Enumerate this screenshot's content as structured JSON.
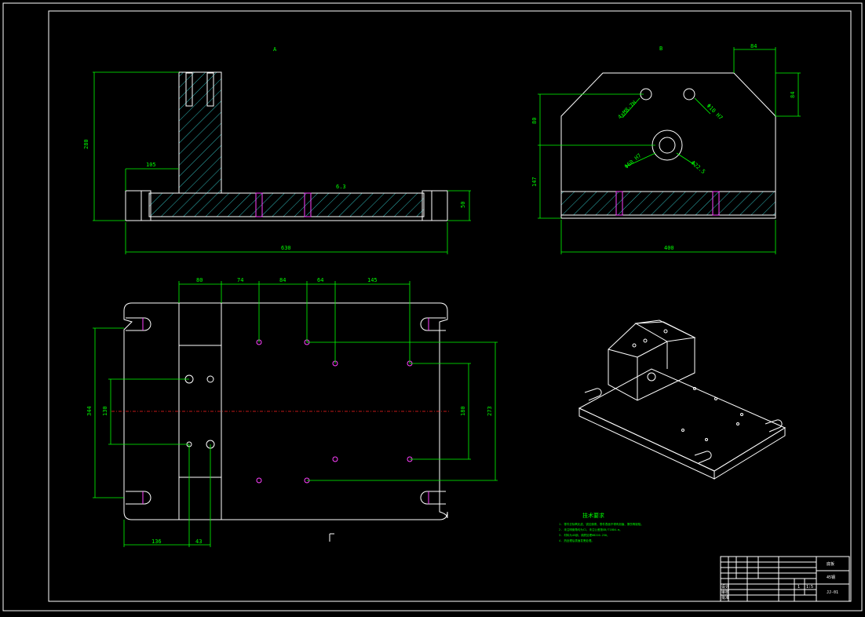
{
  "drawing": {
    "front_view_label": "A",
    "side_view_label": "B",
    "front_dims": {
      "height": "280",
      "left_offset": "105",
      "base_thk": "50",
      "total_width": "630",
      "roughness": "6.3"
    },
    "side_dims": {
      "chamfer_w": "84",
      "chamfer_h": "84",
      "upper_h": "80",
      "total_h": "147",
      "width": "400"
    },
    "side_callouts": [
      "4xM8-7H",
      "Φ10 H7",
      "Φ60 H7",
      "Φ22.5"
    ],
    "top_dims": {
      "d1": "80",
      "d2": "74",
      "d3": "84",
      "d4": "64",
      "d5": "145",
      "h1": "344",
      "h2": "130",
      "h3": "180",
      "h4": "273",
      "b1": "136",
      "b2": "43"
    },
    "colors": {
      "background": "#000000",
      "outline": "#ffffff",
      "dimension": "#00ff00",
      "centerline": "#ff2020",
      "hole": "#ff40ff"
    }
  },
  "notes": {
    "title": "技术要求",
    "lines": [
      "1. 零件去除氧化皮，锐边倒角，零件表面不得有划痕、擦伤等缺陷。",
      "2. 未注明倒角均为C1，未注公差按GB/T1804-m。",
      "3. 材料为45钢，调质处理HB220-250。",
      "4. 热处理后表面发黑处理。"
    ]
  },
  "title_block": {
    "part_name": "底板",
    "material": "45钢",
    "drawing_no": "JJ-01",
    "scale": "1:5",
    "sheet": "1",
    "designer": "设计",
    "checker": "审核",
    "approver": "批准"
  }
}
